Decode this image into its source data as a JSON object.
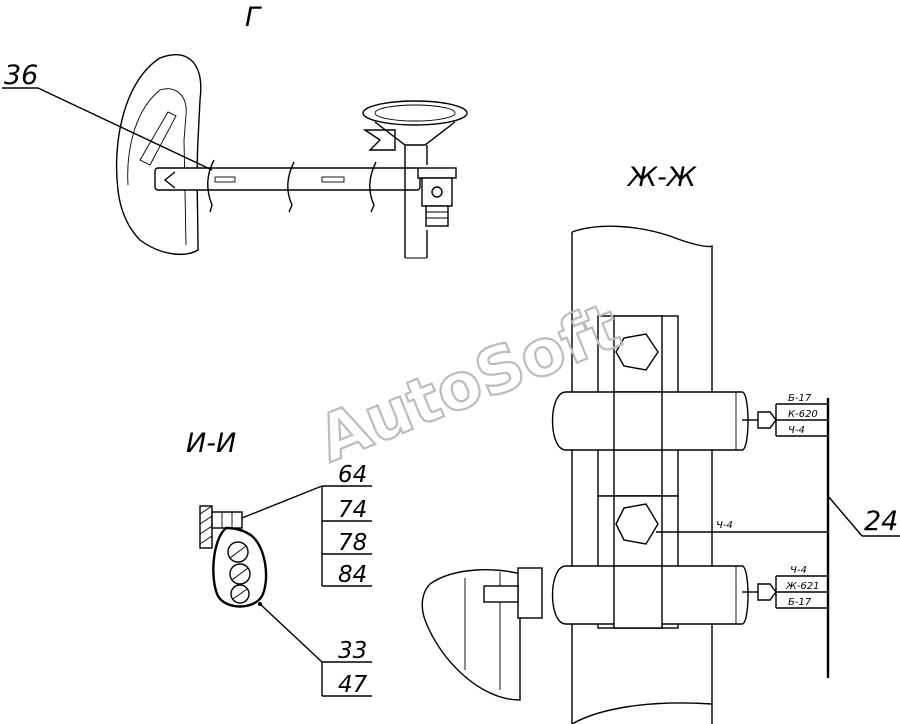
{
  "views": {
    "view_g": "Г",
    "view_zh": "Ж-Ж",
    "view_i": "И-И"
  },
  "callouts": {
    "c36": "36",
    "c24": "24",
    "stack_1": [
      "64",
      "74",
      "78",
      "84"
    ],
    "stack_2": [
      "33",
      "47"
    ]
  },
  "wire_labels": {
    "top": [
      "Б-17",
      "К-620",
      "Ч-4"
    ],
    "middle": "Ч-4",
    "bottom": [
      "Ч-4",
      "Ж-621",
      "Б-17"
    ]
  },
  "watermark": "AutoSoft"
}
